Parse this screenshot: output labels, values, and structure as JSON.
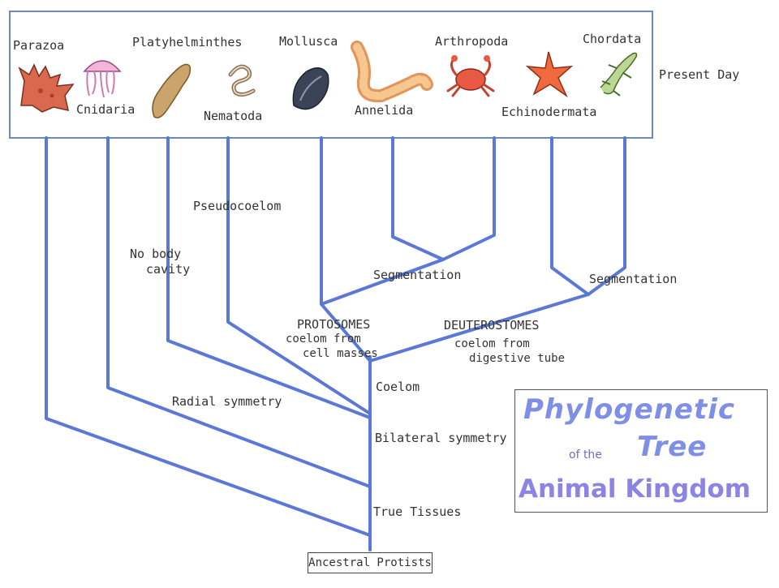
{
  "taxa": {
    "parazoa": "Parazoa",
    "cnidaria": "Cnidaria",
    "platyhelminthes": "Platyhelminthes",
    "nematoda": "Nematoda",
    "mollusca": "Mollusca",
    "annelida": "Annelida",
    "arthropoda": "Arthropoda",
    "echinodermata": "Echinodermata",
    "chordata": "Chordata"
  },
  "present_day": "Present Day",
  "branch_labels": {
    "pseudocoelom": "Pseudocoelom",
    "no_body_1": "No body",
    "no_body_2": "cavity",
    "segmentation_proto": "Segmentation",
    "segmentation_deut": "Segmentation",
    "protostomes": "PROTOSOMES",
    "proto_desc_1": "coelom from",
    "proto_desc_2": "cell masses",
    "deuterostomes": "DEUTEROSTOMES",
    "deut_desc_1": "coelom from",
    "deut_desc_2": "digestive tube",
    "coelom": "Coelom",
    "radial_symmetry": "Radial symmetry",
    "bilateral_symmetry": "Bilateral symmetry",
    "true_tissues": "True Tissues"
  },
  "root": "Ancestral Protists",
  "title": {
    "line1": "Phylogenetic",
    "line2": "Tree",
    "of_the": "of the",
    "line3": "Animal Kingdom"
  },
  "colors": {
    "branch": "#5b78d6",
    "title": "#7f8ee6"
  },
  "icons": [
    "sponge-icon",
    "jellyfish-icon",
    "flatworm-icon",
    "roundworm-icon",
    "mussel-icon",
    "earthworm-icon",
    "crab-icon",
    "starfish-icon",
    "lizard-icon"
  ]
}
